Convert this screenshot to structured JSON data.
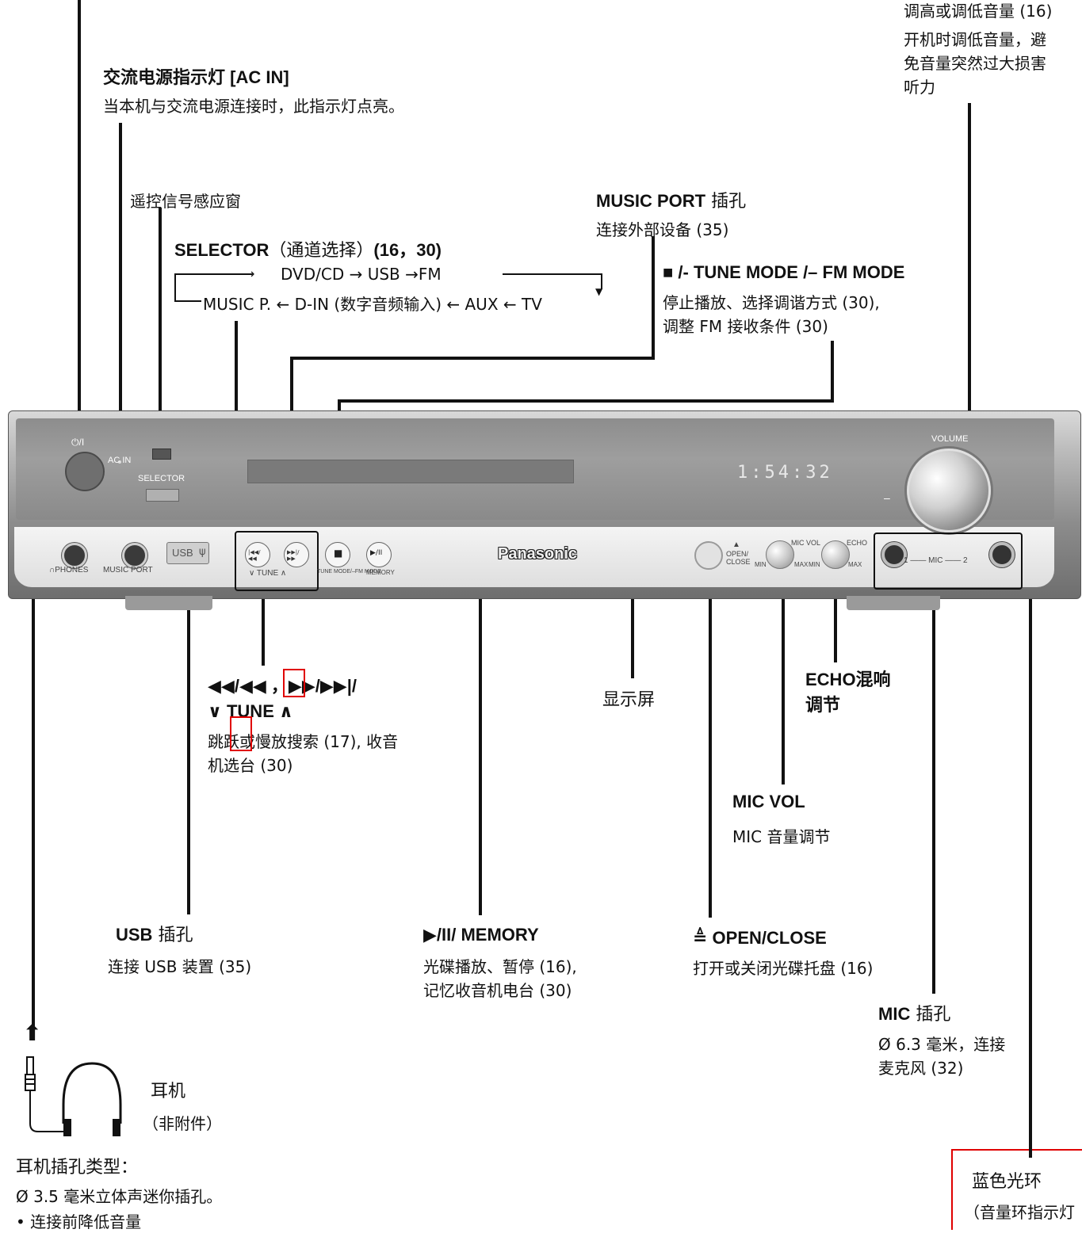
{
  "labels": {
    "ac_in_title": "交流电源指示灯 [AC IN]",
    "ac_in_desc": "当本机与交流电源连接时，此指示灯点亮。",
    "remote_sensor": "遥控信号感应窗",
    "selector_title": "SELECTOR",
    "selector_title_cn": "（通道选择）",
    "selector_refs": "(16，30)",
    "selector_row1": "DVD/CD → USB →FM",
    "selector_row2": "MUSIC P. ← D-IN (数字音频输入) ← AUX ← TV",
    "music_port_title": "MUSIC PORT",
    "music_port_title_cn": "插孔",
    "music_port_desc": "连接外部设备 (35)",
    "stop_title": "■ /- TUNE MODE /– FM MODE",
    "stop_desc_1": "停止播放、选择调谐方式 (30),",
    "stop_desc_2": "调整 FM 接收条件 (30)",
    "volume_desc_1": "调高或调低音量 (16)",
    "volume_desc_2": "开机时调低音量，避",
    "volume_desc_3": "免音量突然过大损害",
    "volume_desc_4": "听力",
    "skip_title_1": "◀◀/◀◀ ，▶▶/▶▶|/",
    "skip_title_2": "∨ TUNE ∧",
    "skip_desc_1": "跳跃或慢放搜索 (17), 收音",
    "skip_desc_2": "机选台 (30)",
    "display": "显示屏",
    "echo_1": "ECHO混响",
    "echo_2": "调节",
    "mic_vol_title": "MIC VOL",
    "mic_vol_desc": "MIC 音量调节",
    "usb_title": "USB",
    "usb_title_cn": "插孔",
    "usb_desc": "连接 USB 装置 (35)",
    "play_title": "▶/II/ MEMORY",
    "play_desc_1": "光碟播放、暂停 (16),",
    "play_desc_2": "记忆收音机电台 (30)",
    "open_title": "≜ OPEN/CLOSE",
    "open_desc": "打开或关闭光碟托盘 (16)",
    "mic_title": "MIC",
    "mic_title_cn": "插孔",
    "mic_desc_1": "Ø 6.3 毫米，连接",
    "mic_desc_2": "麦克风 (32)",
    "headphone_1": "耳机",
    "headphone_2": "（非附件）",
    "jack_type_title": "耳机插孔类型：",
    "jack_type_desc": "Ø 3.5 毫米立体声迷你插孔。",
    "jack_type_note": "• 连接前降低音量",
    "blue_ring_1": "蓝色光环",
    "blue_ring_2": "（音量环指示灯"
  },
  "device": {
    "power_label": "⏻/I",
    "ac_in_label": "AC IN",
    "selector_label": "SELECTOR",
    "display_digits": "1:54:32",
    "volume_label": "VOLUME",
    "minus": "–",
    "plus": "+",
    "phones_label": "∩PHONES",
    "music_port_label": "MUSIC PORT",
    "usb_label": "USB",
    "tune_label": "∨   TUNE   ∧",
    "tune_mode_label": "TUNE MODE/–FM MODE",
    "memory_label": "MEMORY",
    "brand": "Panasonic",
    "open_close_label": "OPEN/ CLOSE",
    "mic_vol_label": "MIC VOL",
    "echo_label": "ECHO",
    "min": "MIN",
    "max": "MAX",
    "mic_label": "1 —— MIC —— 2",
    "btn_prev": "|◀◀/ ◀◀",
    "btn_next": "▶▶|/ ▶▶",
    "btn_stop": "■",
    "btn_play": "▶/II"
  }
}
